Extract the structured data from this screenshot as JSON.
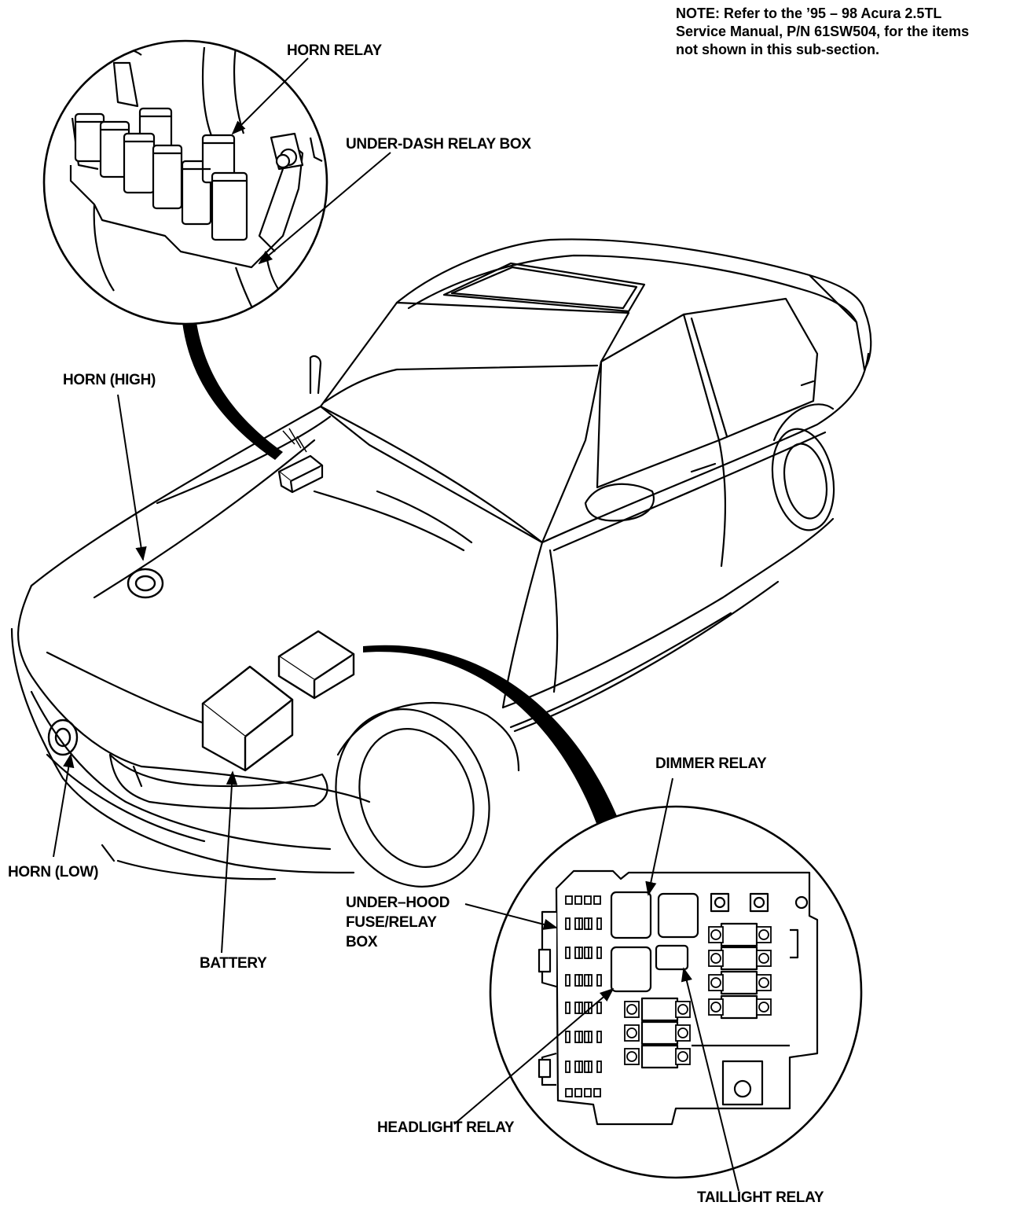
{
  "note": {
    "line1": "NOTE:  Refer to the ’95 – 98 Acura 2.5TL",
    "line2": "Service Manual, P/N 61SW504, for the items",
    "line3": "not shown in this sub-section."
  },
  "labels": {
    "horn_relay": "HORN RELAY",
    "under_dash_relay_box": "UNDER-DASH RELAY BOX",
    "horn_high": "HORN (HIGH)",
    "horn_low": "HORN (LOW)",
    "battery": "BATTERY",
    "under_hood_box_line1": "UNDER–HOOD",
    "under_hood_box_line2": "FUSE/RELAY",
    "under_hood_box_line3": "BOX",
    "dimmer_relay": "DIMMER RELAY",
    "headlight_relay": "HEADLIGHT RELAY",
    "taillight_relay": "TAILLIGHT RELAY"
  },
  "colors": {
    "ink": "#000000",
    "paper": "#ffffff"
  }
}
